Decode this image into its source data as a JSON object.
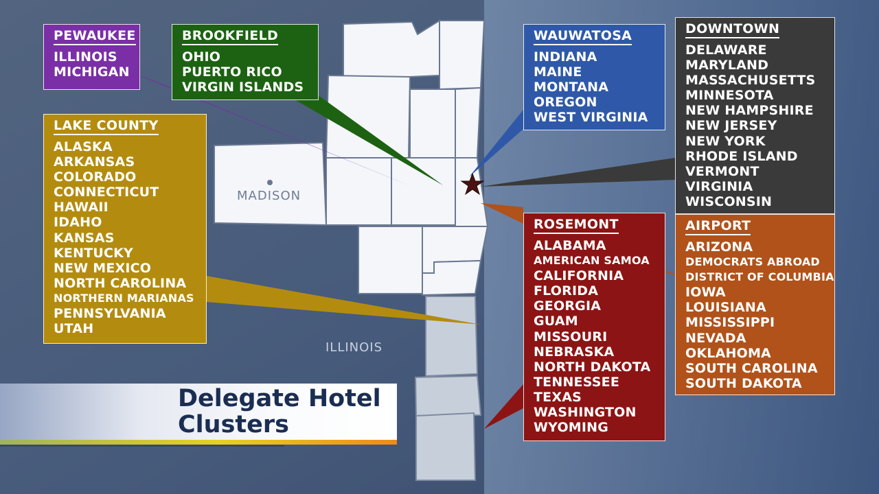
{
  "title": "Delegate Hotel Clusters",
  "map_labels": {
    "madison": "MADISON",
    "illinois": "ILLINOIS"
  },
  "hotel_marker_icon": "star",
  "colors": {
    "pewaukee": "#7a2fa6",
    "brookfield": "#1d6212",
    "wauwatosa": "#2f59a8",
    "downtown": "#3a3a3a",
    "lake_county": "#b38c0f",
    "rosemont": "#8d1414",
    "airport": "#b0521a",
    "title_text": "#1b2d52"
  },
  "clusters": {
    "pewaukee": {
      "name": "PEWAUKEE",
      "states": [
        "ILLINOIS",
        "MICHIGAN"
      ]
    },
    "brookfield": {
      "name": "BROOKFIELD",
      "states": [
        "OHIO",
        "PUERTO RICO",
        "VIRGIN ISLANDS"
      ]
    },
    "wauwatosa": {
      "name": "WAUWATOSA",
      "states": [
        "INDIANA",
        "MAINE",
        "MONTANA",
        "OREGON",
        "WEST VIRGINIA"
      ]
    },
    "downtown": {
      "name": "DOWNTOWN",
      "states": [
        "DELAWARE",
        "MARYLAND",
        "MASSACHUSETTS",
        "MINNESOTA",
        "NEW HAMPSHIRE",
        "NEW JERSEY",
        "NEW YORK",
        "RHODE ISLAND",
        "VERMONT",
        "VIRGINIA",
        "WISCONSIN"
      ]
    },
    "lake_county": {
      "name": "LAKE COUNTY",
      "states": [
        "ALASKA",
        "ARKANSAS",
        "COLORADO",
        "CONNECTICUT",
        "HAWAII",
        "IDAHO",
        "KANSAS",
        "KENTUCKY",
        "NEW MEXICO",
        "NORTH CAROLINA",
        "NORTHERN MARIANAS",
        "PENNSYLVANIA",
        "UTAH"
      ]
    },
    "rosemont": {
      "name": "ROSEMONT",
      "states": [
        "ALABAMA",
        "AMERICAN SAMOA",
        "CALIFORNIA",
        "FLORIDA",
        "GEORGIA",
        "GUAM",
        "MISSOURI",
        "NEBRASKA",
        "NORTH DAKOTA",
        "TENNESSEE",
        "TEXAS",
        "WASHINGTON",
        "WYOMING"
      ]
    },
    "airport": {
      "name": "AIRPORT",
      "states": [
        "ARIZONA",
        "DEMOCRATS ABROAD",
        "DISTRICT OF COLUMBIA",
        "IOWA",
        "LOUISIANA",
        "MISSISSIPPI",
        "NEVADA",
        "OKLAHOMA",
        "SOUTH CAROLINA",
        "SOUTH DAKOTA"
      ]
    }
  }
}
